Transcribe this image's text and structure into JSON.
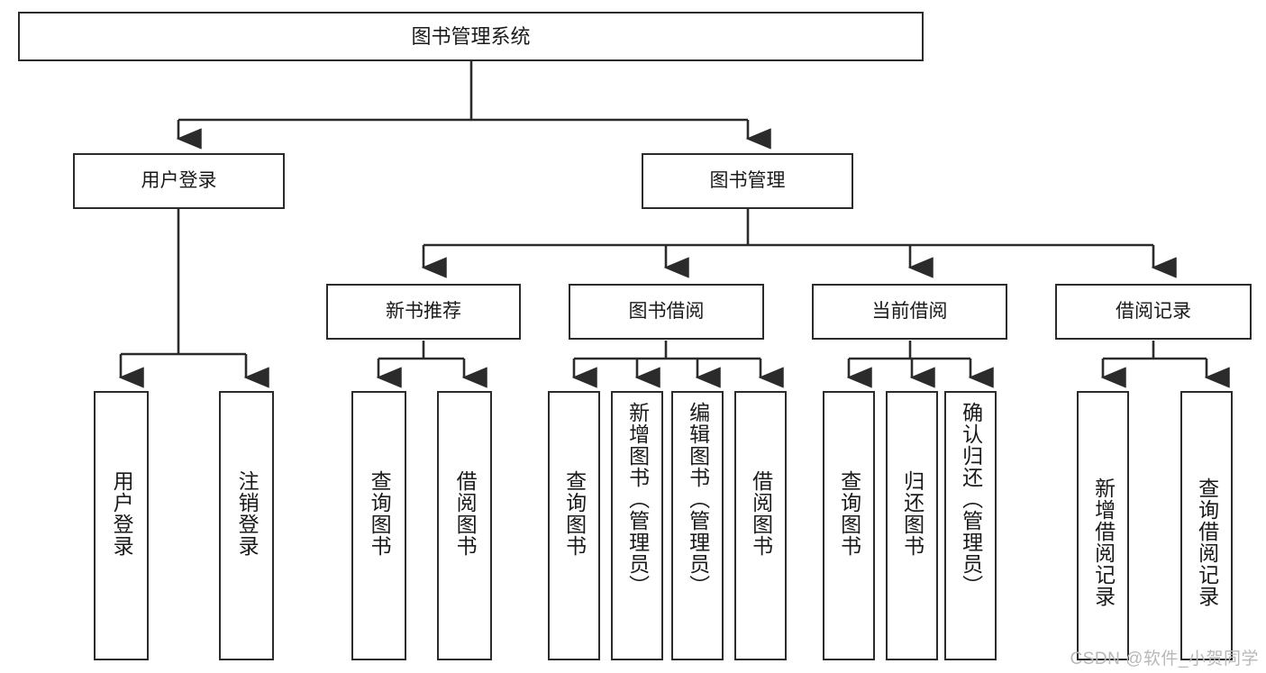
{
  "diagram": {
    "title": "图书管理系统",
    "type": "hierarchy-tree",
    "root": {
      "id": "root",
      "label": "图书管理系统"
    },
    "level2": [
      {
        "id": "user-login",
        "label": "用户登录"
      },
      {
        "id": "book-manage",
        "label": "图书管理"
      }
    ],
    "level3": [
      {
        "id": "new-book-recommend",
        "label": "新书推荐"
      },
      {
        "id": "book-borrow",
        "label": "图书借阅"
      },
      {
        "id": "current-borrow",
        "label": "当前借阅"
      },
      {
        "id": "borrow-record",
        "label": "借阅记录"
      }
    ],
    "leaves": [
      {
        "id": "leaf-user-login",
        "label": "用户登录",
        "parent": "user-login"
      },
      {
        "id": "leaf-user-logout",
        "label": "注销登录",
        "parent": "user-login"
      },
      {
        "id": "leaf-query-book-1",
        "label": "查询图书",
        "parent": "new-book-recommend"
      },
      {
        "id": "leaf-borrow-book-1",
        "label": "借阅图书",
        "parent": "new-book-recommend"
      },
      {
        "id": "leaf-query-book-2",
        "label": "查询图书",
        "parent": "book-borrow"
      },
      {
        "id": "leaf-add-book",
        "label": "新增图书（管理员）",
        "parent": "book-borrow"
      },
      {
        "id": "leaf-edit-book",
        "label": "编辑图书（管理员）",
        "parent": "book-borrow"
      },
      {
        "id": "leaf-borrow-book-2",
        "label": "借阅图书",
        "parent": "book-borrow"
      },
      {
        "id": "leaf-query-book-3",
        "label": "查询图书",
        "parent": "current-borrow"
      },
      {
        "id": "leaf-return-book",
        "label": "归还图书",
        "parent": "current-borrow"
      },
      {
        "id": "leaf-confirm-return",
        "label": "确认归还（管理员）",
        "parent": "current-borrow"
      },
      {
        "id": "leaf-add-record",
        "label": "新增借阅记录",
        "parent": "borrow-record"
      },
      {
        "id": "leaf-query-record",
        "label": "查询借阅记录",
        "parent": "borrow-record"
      }
    ]
  },
  "watermark": {
    "text": "CSDN @软件_小贺同学"
  },
  "colors": {
    "stroke": "#2b2b2b",
    "fill": "#ffffff",
    "text": "#1a1a1a",
    "watermark": "#b8b8b8"
  }
}
